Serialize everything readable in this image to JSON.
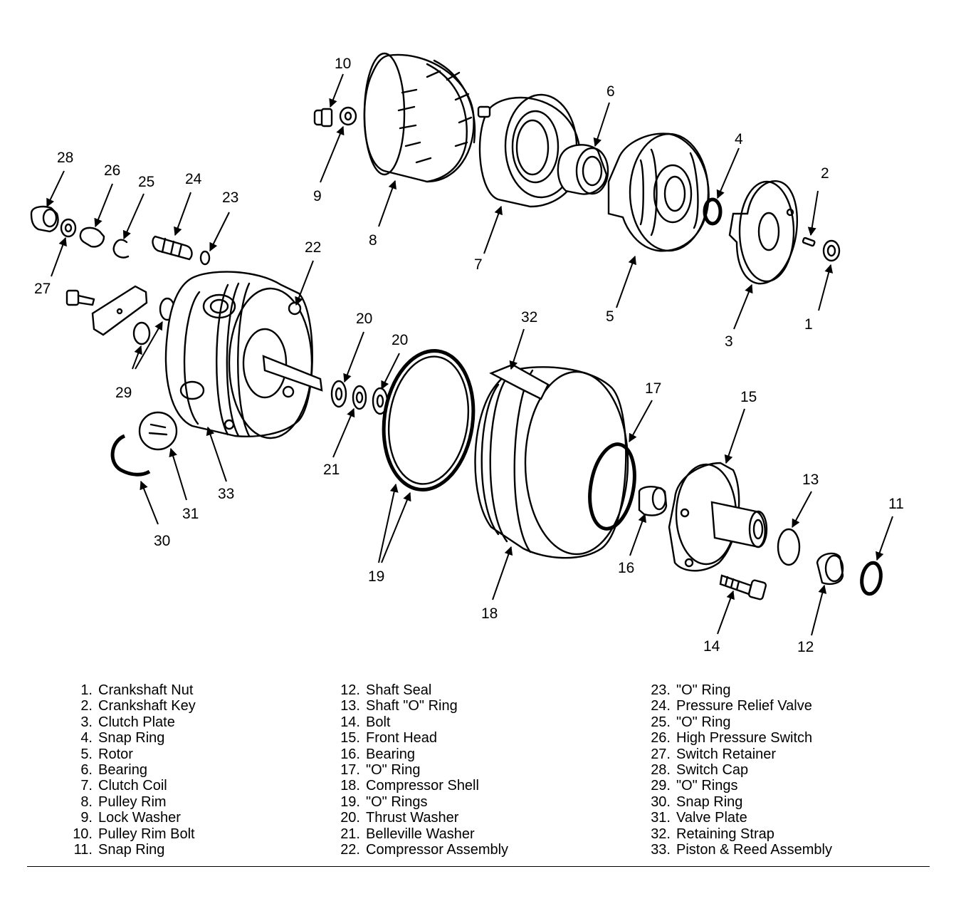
{
  "callouts": [
    {
      "num": "1"
    },
    {
      "num": "2"
    },
    {
      "num": "3"
    },
    {
      "num": "4"
    },
    {
      "num": "5"
    },
    {
      "num": "6"
    },
    {
      "num": "7"
    },
    {
      "num": "8"
    },
    {
      "num": "9"
    },
    {
      "num": "10"
    },
    {
      "num": "11"
    },
    {
      "num": "12"
    },
    {
      "num": "13"
    },
    {
      "num": "14"
    },
    {
      "num": "15"
    },
    {
      "num": "16"
    },
    {
      "num": "17"
    },
    {
      "num": "18"
    },
    {
      "num": "19"
    },
    {
      "num": "20"
    },
    {
      "num": "20"
    },
    {
      "num": "21"
    },
    {
      "num": "22"
    },
    {
      "num": "23"
    },
    {
      "num": "24"
    },
    {
      "num": "25"
    },
    {
      "num": "26"
    },
    {
      "num": "27"
    },
    {
      "num": "28"
    },
    {
      "num": "29"
    },
    {
      "num": "30"
    },
    {
      "num": "31"
    },
    {
      "num": "32"
    },
    {
      "num": "33"
    }
  ],
  "legend": [
    {
      "num": "1.",
      "name": "Crankshaft Nut"
    },
    {
      "num": "2.",
      "name": "Crankshaft Key"
    },
    {
      "num": "3.",
      "name": "Clutch Plate"
    },
    {
      "num": "4.",
      "name": "Snap Ring"
    },
    {
      "num": "5.",
      "name": "Rotor"
    },
    {
      "num": "6.",
      "name": "Bearing"
    },
    {
      "num": "7.",
      "name": "Clutch Coil"
    },
    {
      "num": "8.",
      "name": "Pulley Rim"
    },
    {
      "num": "9.",
      "name": "Lock Washer"
    },
    {
      "num": "10.",
      "name": "Pulley Rim Bolt"
    },
    {
      "num": "11.",
      "name": "Snap Ring"
    },
    {
      "num": "12.",
      "name": "Shaft Seal"
    },
    {
      "num": "13.",
      "name": "Shaft \"O\" Ring"
    },
    {
      "num": "14.",
      "name": "Bolt"
    },
    {
      "num": "15.",
      "name": "Front Head"
    },
    {
      "num": "16.",
      "name": "Bearing"
    },
    {
      "num": "17.",
      "name": "\"O\" Ring"
    },
    {
      "num": "18.",
      "name": "Compressor Shell"
    },
    {
      "num": "19.",
      "name": "\"O\" Rings"
    },
    {
      "num": "20.",
      "name": "Thrust Washer"
    },
    {
      "num": "21.",
      "name": "Belleville Washer"
    },
    {
      "num": "22.",
      "name": "Compressor Assembly"
    },
    {
      "num": "23.",
      "name": "\"O\" Ring"
    },
    {
      "num": "24.",
      "name": "Pressure Relief Valve"
    },
    {
      "num": "25.",
      "name": "\"O\" Ring"
    },
    {
      "num": "26.",
      "name": "High Pressure Switch"
    },
    {
      "num": "27.",
      "name": "Switch Retainer"
    },
    {
      "num": "28.",
      "name": "Switch Cap"
    },
    {
      "num": "29.",
      "name": "\"O\" Rings"
    },
    {
      "num": "30.",
      "name": "Snap Ring"
    },
    {
      "num": "31.",
      "name": "Valve Plate"
    },
    {
      "num": "32.",
      "name": "Retaining Strap"
    },
    {
      "num": "33.",
      "name": "Piston & Reed Assembly"
    }
  ]
}
